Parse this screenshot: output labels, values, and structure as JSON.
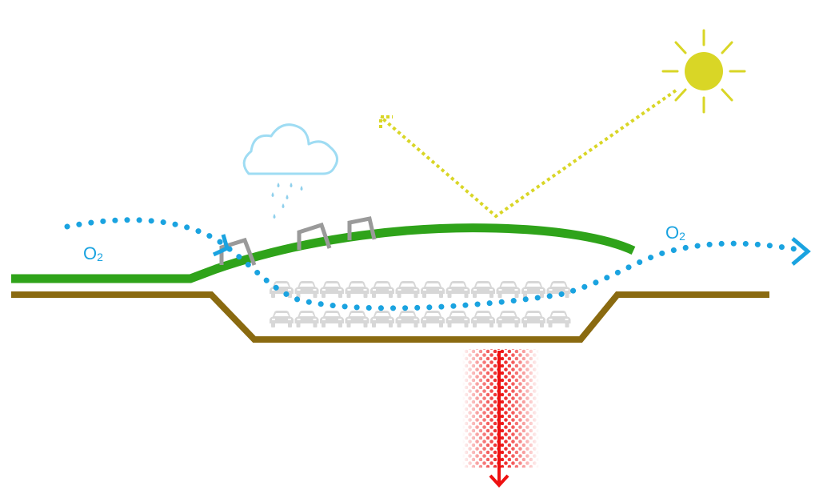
{
  "labels": {
    "oxygen_left": {
      "main": "O",
      "sub": "2"
    },
    "oxygen_right": {
      "main": "O",
      "sub": "2"
    }
  },
  "colors": {
    "oxygen": "#1aa3e0",
    "grass": "#2fa31a",
    "soil": "#8a6a10",
    "sun": "#d9d626",
    "cloud": "#9fdcf3",
    "rain": "#8fd0ec",
    "car": "#d7d7d7",
    "vent": "#9a9a9a",
    "heat": "#ee1111",
    "background": "#ffffff"
  },
  "icons": {
    "sun": "sun-icon",
    "cloud": "cloud-icon",
    "rain": "raindrop-icon",
    "car": "car-icon",
    "heat_arrow": "down-arrow-icon",
    "reflection_arrow": "up-left-arrow-icon"
  },
  "parking": {
    "rows": 2,
    "cars_per_row": 12
  }
}
